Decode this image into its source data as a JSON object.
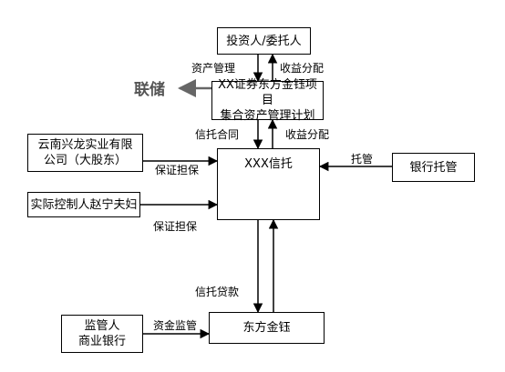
{
  "nodes": {
    "investor": "投资人/委托人",
    "plan": "XX证券东方金钰项目\n集合资产管理计划",
    "guarantor_company": "云南兴龙实业有限\n公司（大股东）",
    "controller": "实际控制人赵宁夫妇",
    "trust": "XXX信托",
    "custodian": "银行托管",
    "borrower": "东方金钰",
    "supervisor_bank": "监管人\n商业银行"
  },
  "edges": {
    "asset_mgmt": "资产管理",
    "income_dist_top": "收益分配",
    "trust_contract": "信托合同",
    "income_dist_mid": "收益分配",
    "guarantee_1": "保证担保",
    "guarantee_2": "保证担保",
    "custody": "托管",
    "trust_loan": "信托贷款",
    "fund_supervision": "资金监管"
  },
  "annotation": {
    "lianchu": "联储"
  },
  "colors": {
    "line": "#000000",
    "annotation": "#555555"
  }
}
